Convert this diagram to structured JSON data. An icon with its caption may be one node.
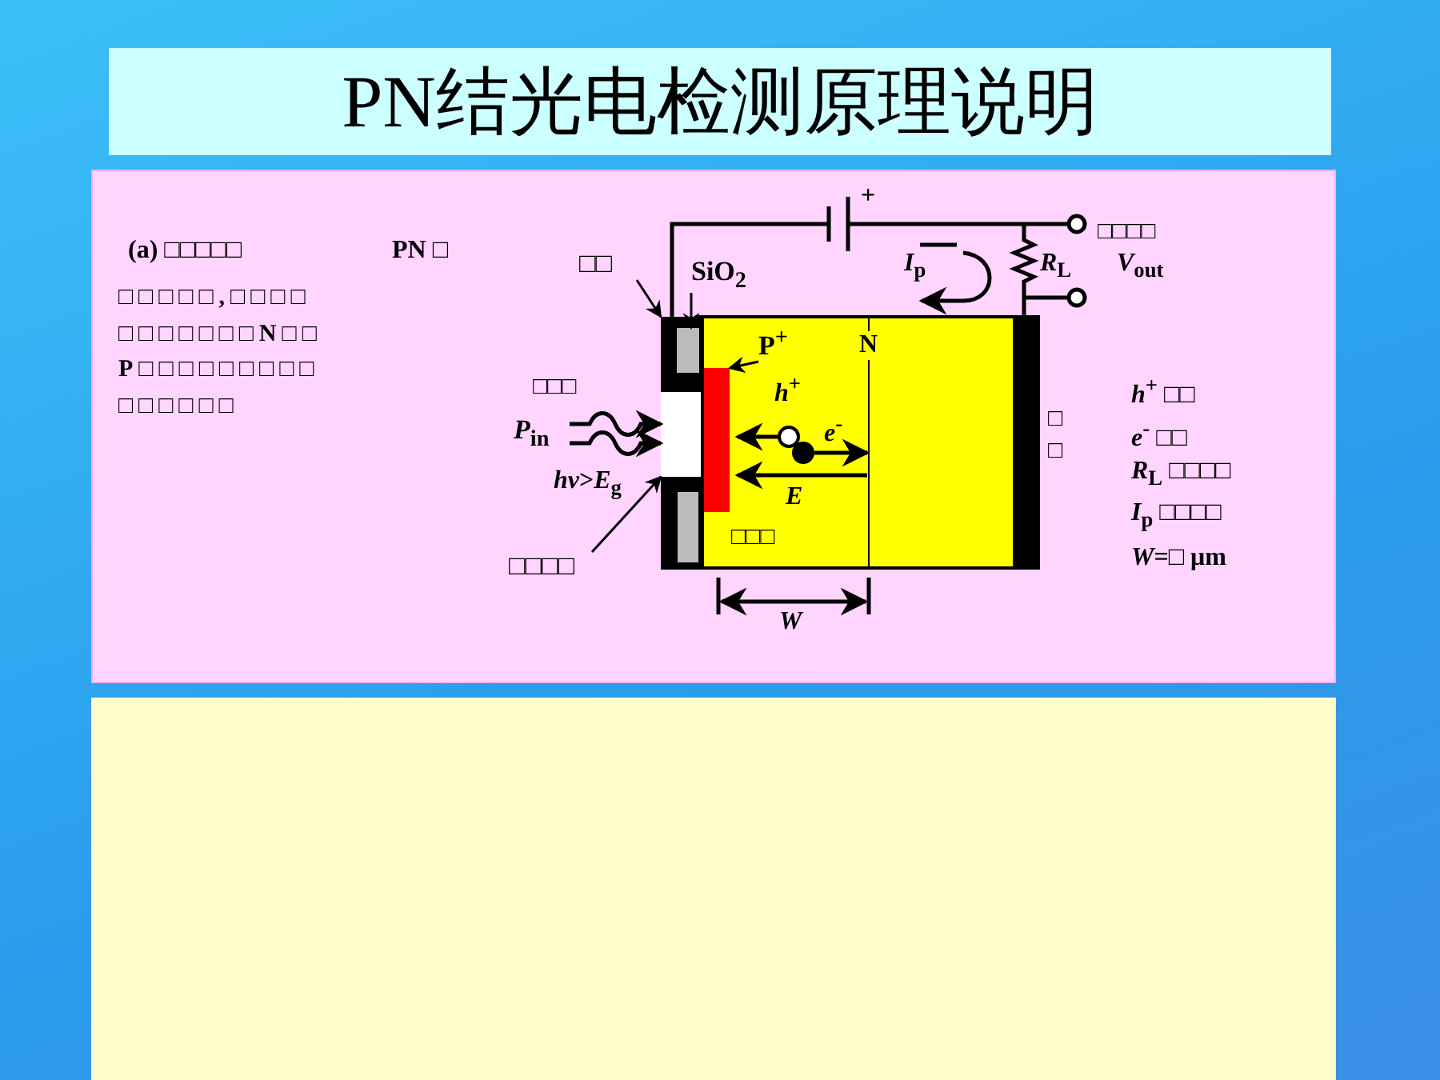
{
  "diagram": {
    "title": "PN结光电检测原理说明",
    "nodes": [
      {
        "text": [
          "□□"
        ]
      },
      {
        "text": [],
        "shape": "box"
      },
      {
        "text": [
          "SiO$_{2}$"
        ]
      },
      {
        "text": [],
        "shape": "box",
        "in": 1
      },
      {
        "text": [
          "*P*$_{in}$"
        ]
      },
      {
        "text": [],
        "shape": "box"
      },
      {
        "text": [
          "P$^{+}$"
        ]
      },
      {
        "text": [],
        "shape": "box"
      },
      {
        "text": [
          "□□□□"
        ]
      }
    ],
    "edges": [
      {
        "from": 0,
        "to": 1,
        "arrow": "to"
      },
      {
        "from": 2,
        "to": 3,
        "arrow": "to"
      },
      {
        "from": 6,
        "to": 7,
        "arrow": "to"
      },
      {
        "from": 4,
        "to": 5,
        "arrow": "to"
      },
      {
        "from": 4,
        "to": 5,
        "arrow": "to"
      },
      {
        "from": 8,
        "to": 5,
        "arrow": "to"
      }
    ],
    "labels": [
      "(a) □□□□□",
      "PN □",
      "□□□□□,□□□□□□□□□□□N□□P□□□□□□□□□□□□□□□",
      "+",
      "□□□□",
      "*V*$_{out}$",
      "*I*$_{p}$",
      "*R*$_{L}$",
      "N",
      "*h*$^{+}$",
      "*e*$^{-}$",
      "E",
      "□□□",
      "□□□",
      "*hv*>*E*$_{g}$",
      "□□",
      "*h*$^{+}$ □□",
      "*e*$^{-}$ □□",
      "*R*$_{L}$ □□□□",
      "*I*$_{p}$ □□□□",
      "*W*=□ μm",
      "W"
    ]
  }
}
